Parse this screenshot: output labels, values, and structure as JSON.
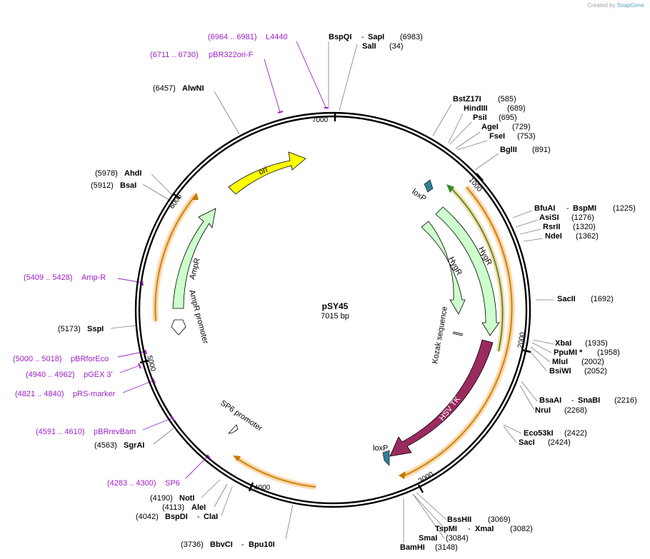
{
  "credit": {
    "prefix": "Created by",
    "brand": "SnapGene"
  },
  "plasmid": {
    "name": "pSY45",
    "size_label": "7015 bp",
    "length": 7015
  },
  "ticks": [
    "1000",
    "2000",
    "3000",
    "4000",
    "5000",
    "6000",
    "7000"
  ],
  "features": [
    {
      "name": "ori",
      "color": "#ffff00"
    },
    {
      "name": "AmpR",
      "color": "#ccffcc"
    },
    {
      "name": "AmpR promoter",
      "color": "#ffffff"
    },
    {
      "name": "HygR",
      "color": "#ccffcc"
    },
    {
      "name": "HygR",
      "color": "#ccffcc"
    },
    {
      "name": "loxP",
      "color": "#2e8096"
    },
    {
      "name": "loxP",
      "color": "#2e8096"
    },
    {
      "name": "Kozak sequence",
      "color": "#ffffff"
    },
    {
      "name": "HSV TK",
      "color": "#9b2b5f"
    },
    {
      "name": "SP6 promoter",
      "color": "#ffffff"
    }
  ],
  "sites": [
    {
      "name": "BspQI",
      "name2": "SapI",
      "pos": "(6983)"
    },
    {
      "name": "SalI",
      "pos": "(34)"
    },
    {
      "name": "BstZ17I",
      "pos": "(585)"
    },
    {
      "name": "HindIII",
      "pos": "(689)"
    },
    {
      "name": "PsiI",
      "pos": "(695)"
    },
    {
      "name": "AgeI",
      "pos": "(729)"
    },
    {
      "name": "FseI",
      "pos": "(753)"
    },
    {
      "name": "BglII",
      "pos": "(891)"
    },
    {
      "name": "BfuAI",
      "name2": "BspMI",
      "pos": "(1225)"
    },
    {
      "name": "AsiSI",
      "pos": "(1276)"
    },
    {
      "name": "RsrII",
      "pos": "(1320)"
    },
    {
      "name": "NdeI",
      "pos": "(1362)"
    },
    {
      "name": "SacII",
      "pos": "(1692)"
    },
    {
      "name": "XbaI",
      "pos": "(1935)"
    },
    {
      "name": "PpuMI *",
      "pos": "(1958)"
    },
    {
      "name": "MluI",
      "pos": "(2002)"
    },
    {
      "name": "BsiWI",
      "pos": "(2052)"
    },
    {
      "name": "BsaAI",
      "name2": "SnaBI",
      "pos": "(2216)"
    },
    {
      "name": "NruI",
      "pos": "(2268)"
    },
    {
      "name": "Eco53kI",
      "pos": "(2422)"
    },
    {
      "name": "SacI",
      "pos": "(2424)"
    },
    {
      "name": "BssHII",
      "pos": "(3069)"
    },
    {
      "name": "TspMI",
      "name2": "XmaI",
      "pos": "(3082)"
    },
    {
      "name": "SmaI",
      "pos": "(3084)"
    },
    {
      "name": "BamHI",
      "pos": "(3148)"
    },
    {
      "name": "BbvCI",
      "name2": "Bpu10I",
      "pos": "(3736)"
    },
    {
      "name": "BspDI",
      "name2": "ClaI",
      "pos": "(4042)"
    },
    {
      "name": "AleI",
      "pos": "(4113)"
    },
    {
      "name": "NotI",
      "pos": "(4190)"
    },
    {
      "name": "SgrAI",
      "pos": "(4563)"
    },
    {
      "name": "SspI",
      "pos": "(5173)"
    },
    {
      "name": "BsaI",
      "pos": "(5912)"
    },
    {
      "name": "AhdI",
      "pos": "(5978)"
    },
    {
      "name": "AlwNI",
      "pos": "(6457)"
    }
  ],
  "primers": [
    {
      "range": "(6964 .. 6981)",
      "name": "L4440"
    },
    {
      "range": "(6711 .. 6730)",
      "name": "pBR322ori-F"
    },
    {
      "range": "(5409 .. 5428)",
      "name": "Amp-R"
    },
    {
      "range": "(5000 .. 5018)",
      "name": "pBRforEco"
    },
    {
      "range": "(4940 .. 4962)",
      "name": "pGEX 3'"
    },
    {
      "range": "(4821 .. 4840)",
      "name": "pRS-marker"
    },
    {
      "range": "(4591 .. 4610)",
      "name": "pBRrevBam"
    },
    {
      "range": "(4283 .. 4300)",
      "name": "SP6"
    }
  ]
}
